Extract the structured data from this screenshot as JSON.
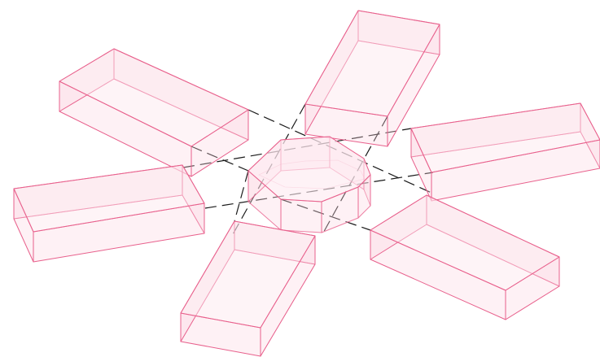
{
  "colors": {
    "background": "#ffffff",
    "box_stroke": "#e8608c",
    "box_fill": "#fbd3df",
    "box_fill_top": "#fde6ee",
    "hub_fill": "#fbd6e1",
    "hub_fill_top": "#fde9f0",
    "connector": "#1a1a1a"
  },
  "diagram": {
    "hub": {
      "shape": "octagonal-prism"
    },
    "boxes": [
      {
        "id": "box-upper-left"
      },
      {
        "id": "box-top"
      },
      {
        "id": "box-right"
      },
      {
        "id": "box-left"
      },
      {
        "id": "box-lower-right"
      },
      {
        "id": "box-bottom"
      }
    ],
    "connector_style": "dashed"
  }
}
